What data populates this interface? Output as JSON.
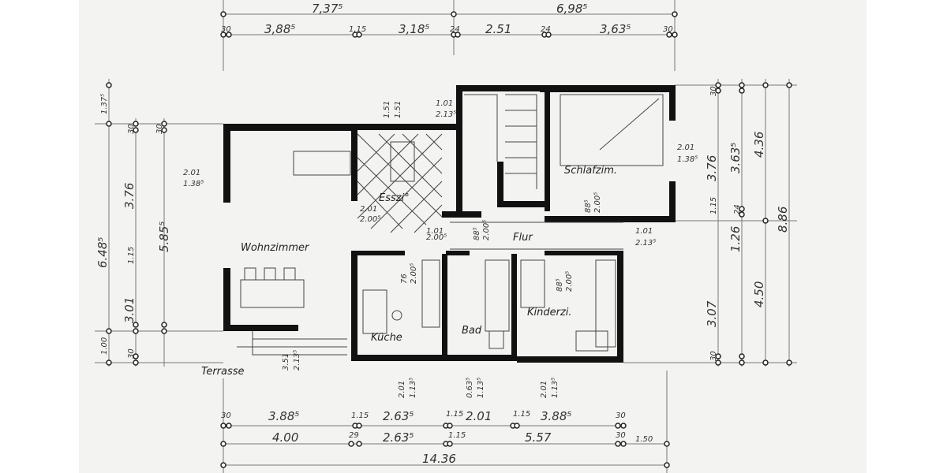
{
  "rooms": {
    "living": "Wohnzimmer",
    "dining": "Esszi°",
    "hall": "Flur",
    "bedroom": "Schlafzim.",
    "kitchen": "Küche",
    "bath": "Bad",
    "kids": "Kinderzi.",
    "terrace": "Terrasse"
  },
  "top_dims": {
    "row1": [
      "7,37⁵",
      "6,98⁵"
    ],
    "row2": [
      "30",
      "3,88⁵",
      "1,15",
      "3,18⁵",
      "24",
      "2.51",
      "24",
      "3,63⁵",
      "30"
    ]
  },
  "bottom_dims": {
    "row1": [
      "30",
      "3.88⁵",
      "1.15",
      "2.63⁵",
      "1.15",
      "2.01",
      "1.15",
      "3.88⁵",
      "30"
    ],
    "row2": [
      "4.00",
      "29",
      "2.63⁵",
      "1.15",
      "5.57",
      "30",
      "1.50"
    ],
    "total": "14.36"
  },
  "left_dims": [
    "1.37⁵",
    "6.48⁵",
    "3.76",
    "5.85⁵",
    "1.15",
    "3.01",
    "1.00",
    "30",
    "30",
    "30"
  ],
  "right_dims": [
    "30",
    "3.63⁵",
    "3.76",
    "4.36",
    "8.86",
    "1.15",
    "1.26",
    "24",
    "4.50",
    "3.07",
    "30"
  ],
  "openings": {
    "living_window": [
      "2.01",
      "1.38⁵"
    ],
    "dining_window": [
      "1.51",
      "1.51"
    ],
    "stair_window": [
      "1.01",
      "2.13⁵"
    ],
    "bedroom_window": [
      "2.01",
      "1.38⁵"
    ],
    "hall_window": [
      "1.01",
      "2.13⁵"
    ],
    "dining_door": [
      "2.01",
      "2.00⁵"
    ],
    "hall_door": [
      "1.01",
      "2.00⁵"
    ],
    "kitchen_door": [
      "76",
      "2.00⁵"
    ],
    "terrace_door": [
      "3.51",
      "2.13⁵"
    ],
    "kitchen_window": [
      "2.01",
      "1.13⁵"
    ],
    "bath_window": [
      "0.63⁵",
      "1.13⁵"
    ],
    "kids_window": [
      "2.01",
      "1.13⁵"
    ],
    "bedroom_door": [
      "88⁵",
      "2.00⁵"
    ],
    "kids_door": [
      "88⁵",
      "2.00⁵"
    ],
    "bath_door": [
      "88⁵",
      "2.00⁵"
    ]
  }
}
